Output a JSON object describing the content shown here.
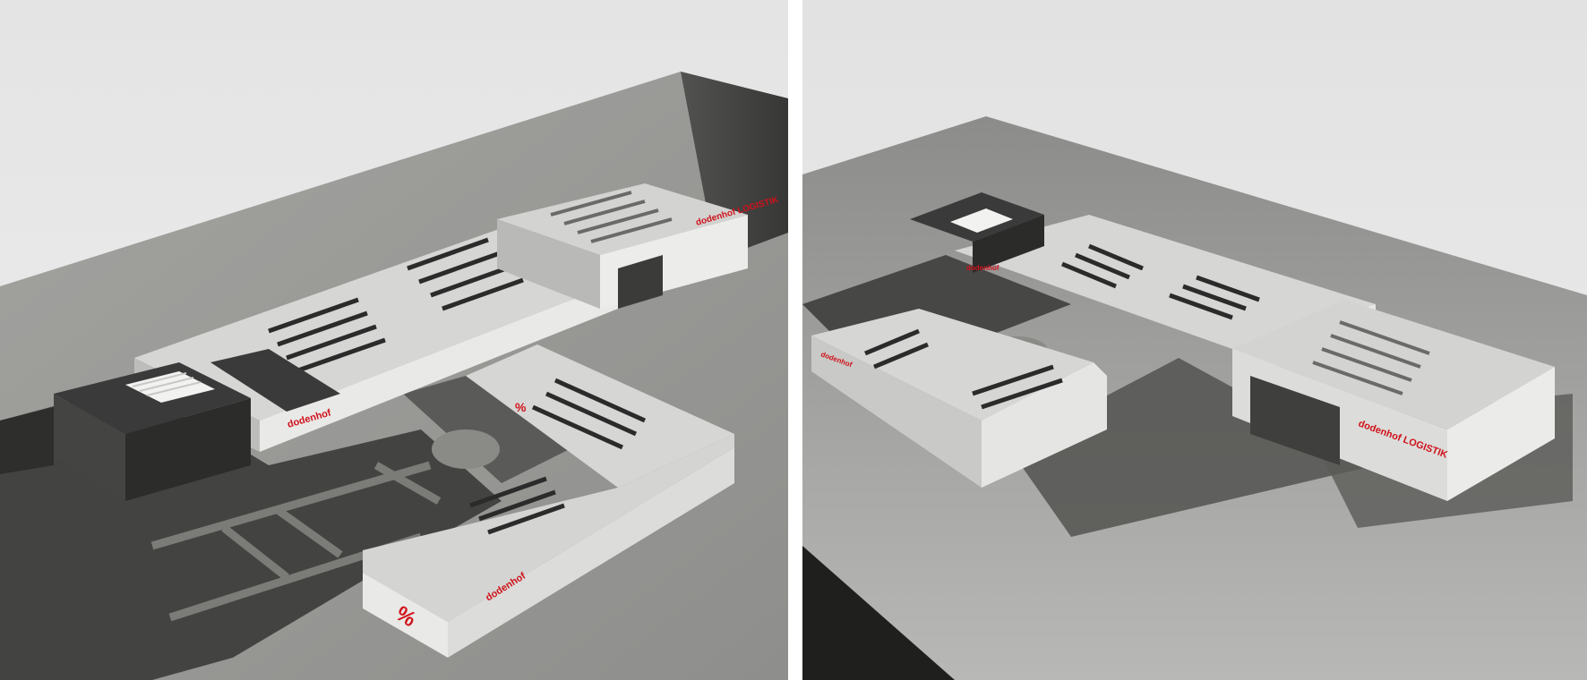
{
  "left_view": {
    "signs": {
      "north_wing": "dodenhof LOGISTIK",
      "dark_block": "dodenhof",
      "south_wing": "dodenhof",
      "south_percent": "%",
      "courtyard_percent": "%"
    }
  },
  "right_view": {
    "signs": {
      "east_wing": "dodenhof LOGISTIK",
      "dark_block": "dodenhof",
      "west_wing": "dodenhof"
    }
  },
  "colors": {
    "sky": "#e6e6e6",
    "ground": "#9c9c9a",
    "pavement": "#3f3f3f",
    "roof": "#d6d6d4",
    "facade": "#e9e9e7",
    "dark_block": "#3a3a3a",
    "sign_red": "#d0121b"
  }
}
